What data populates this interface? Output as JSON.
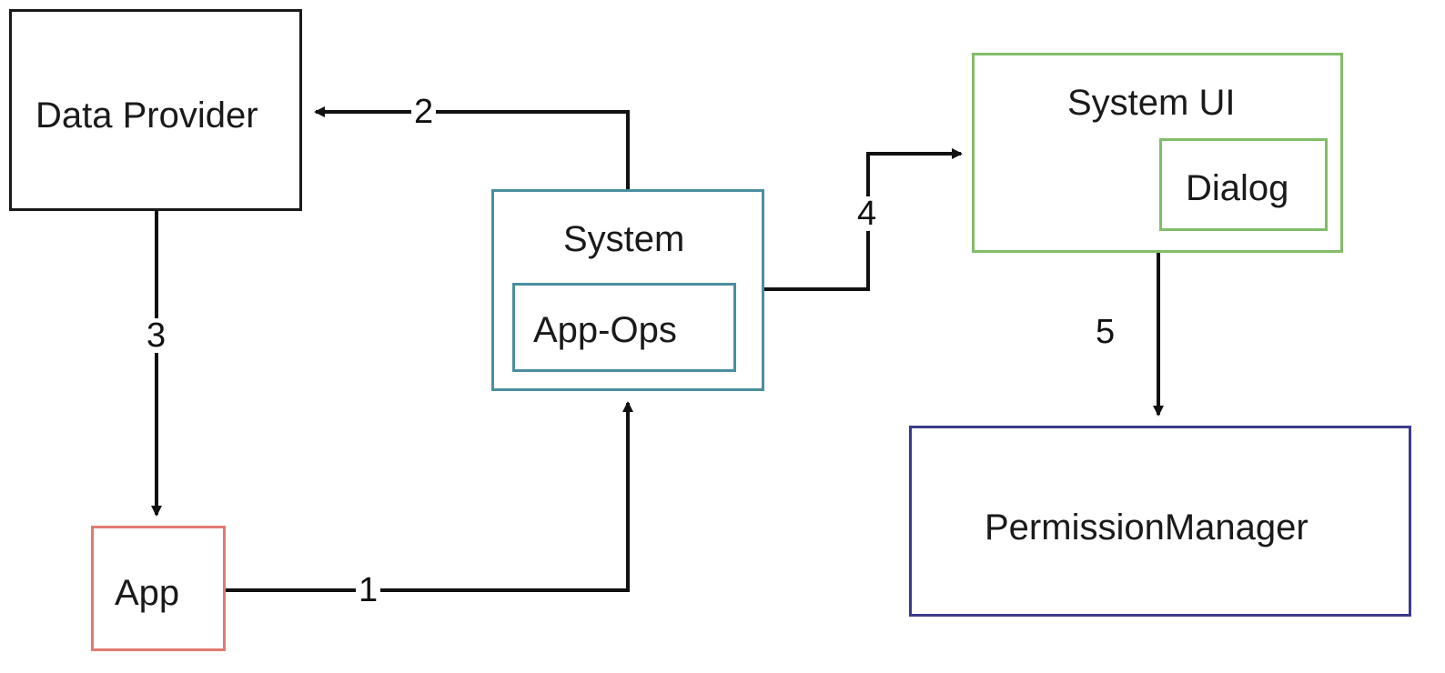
{
  "nodes": {
    "data_provider": {
      "label": "Data Provider",
      "color": "#1a1a1a"
    },
    "system": {
      "label": "System",
      "color": "#4a8fa0"
    },
    "app_ops": {
      "label": "App-Ops",
      "color": "#4a8fa0"
    },
    "system_ui": {
      "label": "System UI",
      "color": "#82bd6a"
    },
    "dialog": {
      "label": "Dialog",
      "color": "#82bd6a"
    },
    "app": {
      "label": "App",
      "color": "#e07a72"
    },
    "permission_manager": {
      "label": "PermissionManager",
      "color": "#3c3a8c"
    }
  },
  "edges": [
    {
      "label": "1",
      "from": "App",
      "to": "System"
    },
    {
      "label": "2",
      "from": "System",
      "to": "Data Provider"
    },
    {
      "label": "3",
      "from": "Data Provider",
      "to": "App"
    },
    {
      "label": "4",
      "from": "System",
      "to": "System UI"
    },
    {
      "label": "5",
      "from": "System UI",
      "to": "PermissionManager"
    }
  ]
}
